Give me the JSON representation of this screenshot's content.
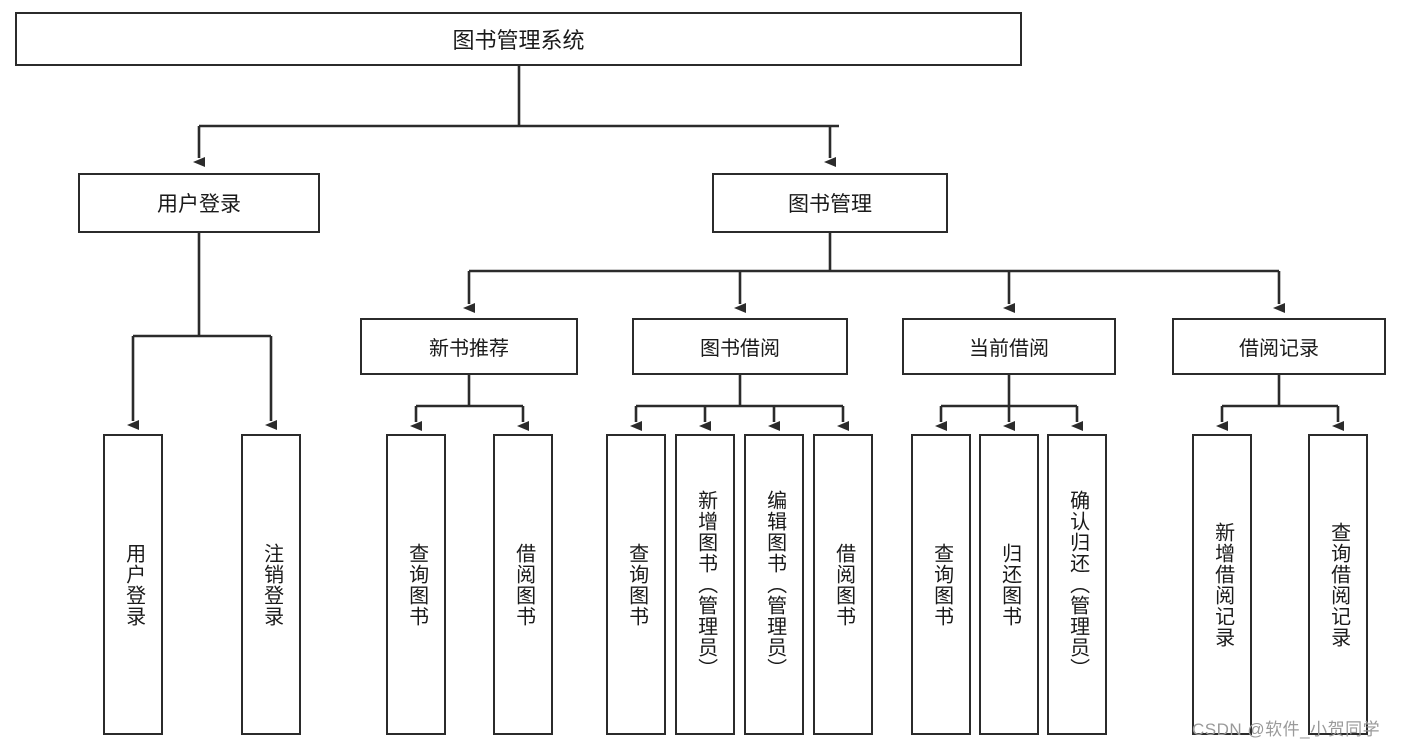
{
  "diagram": {
    "title": "图书管理系统",
    "type": "hierarchy-tree",
    "orientation": "top-down",
    "colors": {
      "border": "#2b2b2b",
      "background": "#ffffff",
      "text": "#1a1a1a",
      "watermark": "#9a9a9a"
    },
    "root": {
      "label": "图书管理系统"
    },
    "level1": [
      {
        "id": "user-login",
        "label": "用户登录"
      },
      {
        "id": "book-manage",
        "label": "图书管理"
      }
    ],
    "level2": [
      {
        "id": "new-book-recommend",
        "label": "新书推荐",
        "parent": "book-manage"
      },
      {
        "id": "book-borrow",
        "label": "图书借阅",
        "parent": "book-manage"
      },
      {
        "id": "current-borrow",
        "label": "当前借阅",
        "parent": "book-manage"
      },
      {
        "id": "borrow-record",
        "label": "借阅记录",
        "parent": "book-manage"
      }
    ],
    "leaves": {
      "user-login": [
        {
          "id": "leaf-user-login",
          "label": "用户登录"
        },
        {
          "id": "leaf-user-logout",
          "label": "注销登录"
        }
      ],
      "new-book-recommend": [
        {
          "id": "leaf-query-book-1",
          "label": "查询图书"
        },
        {
          "id": "leaf-borrow-book-1",
          "label": "借阅图书"
        }
      ],
      "book-borrow": [
        {
          "id": "leaf-query-book-2",
          "label": "查询图书"
        },
        {
          "id": "leaf-add-book",
          "label": "新增图书（管理员）"
        },
        {
          "id": "leaf-edit-book",
          "label": "编辑图书（管理员）"
        },
        {
          "id": "leaf-borrow-book-2",
          "label": "借阅图书"
        }
      ],
      "current-borrow": [
        {
          "id": "leaf-query-book-3",
          "label": "查询图书"
        },
        {
          "id": "leaf-return-book",
          "label": "归还图书"
        },
        {
          "id": "leaf-confirm-return",
          "label": "确认归还（管理员）"
        }
      ],
      "borrow-record": [
        {
          "id": "leaf-add-record",
          "label": "新增借阅记录"
        },
        {
          "id": "leaf-query-record",
          "label": "查询借阅记录"
        }
      ]
    },
    "watermark": "CSDN @软件_小贺同学"
  }
}
